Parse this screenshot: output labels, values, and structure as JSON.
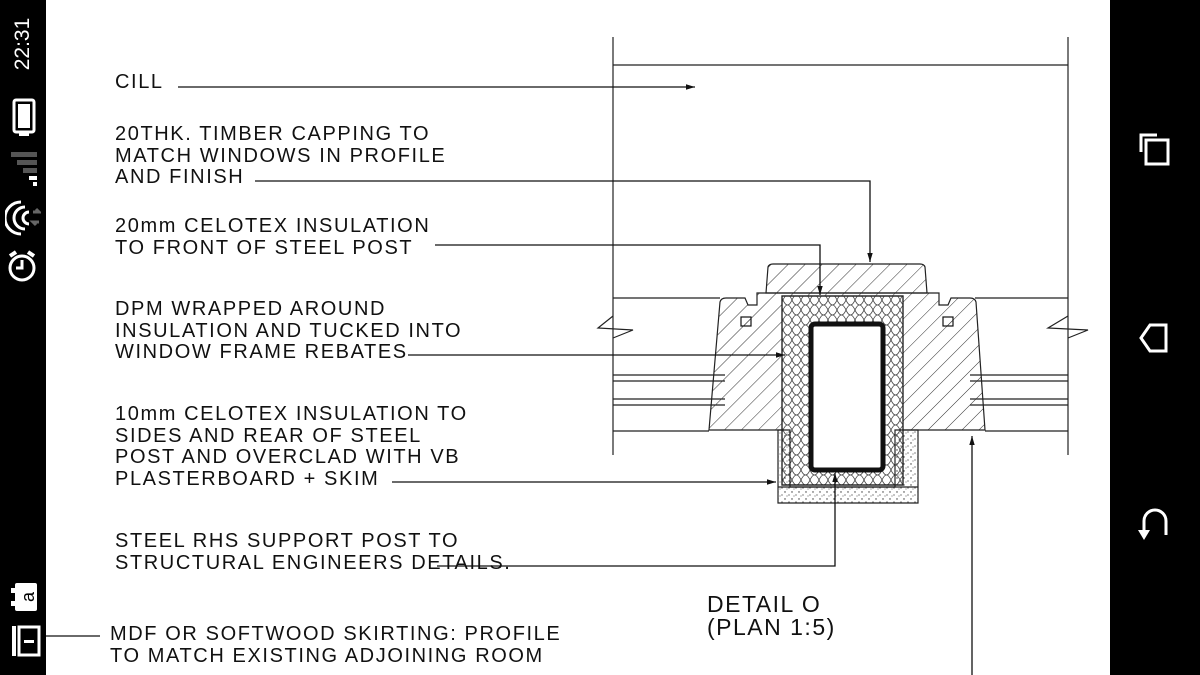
{
  "status_bar": {
    "time": "22:31",
    "icons": [
      "battery-icon",
      "signal-icon",
      "wifi-icon",
      "alarm-icon",
      "notification-a-icon",
      "notification-1-icon"
    ]
  },
  "drawing": {
    "notes": [
      {
        "lines": [
          "CILL"
        ]
      },
      {
        "lines": [
          "20THK. TIMBER CAPPING TO",
          "MATCH WINDOWS IN PROFILE",
          "AND FINISH"
        ]
      },
      {
        "lines": [
          "20mm CELOTEX INSULATION",
          "TO FRONT OF STEEL POST"
        ]
      },
      {
        "lines": [
          "DPM WRAPPED AROUND",
          "INSULATION AND TUCKED INTO",
          "WINDOW FRAME REBATES"
        ]
      },
      {
        "lines": [
          "10mm CELOTEX INSULATION TO",
          "SIDES AND REAR OF STEEL",
          "POST AND OVERCLAD WITH VB",
          "PLASTERBOARD + SKIM"
        ]
      },
      {
        "lines": [
          "STEEL RHS SUPPORT POST TO",
          "STRUCTURAL ENGINEERS DETAILS."
        ]
      },
      {
        "lines": [
          "MDF OR SOFTWOOD SKIRTING: PROFILE",
          "TO MATCH EXISTING ADJOINING ROOM"
        ]
      }
    ],
    "detail_title": "DETAIL O",
    "detail_scale": "(PLAN 1:5)"
  },
  "nav_bar": {
    "buttons": [
      "recents-icon",
      "home-icon",
      "back-icon"
    ]
  },
  "colors": {
    "bars": "#000000",
    "paper": "#ffffff",
    "ink": "#111111"
  }
}
